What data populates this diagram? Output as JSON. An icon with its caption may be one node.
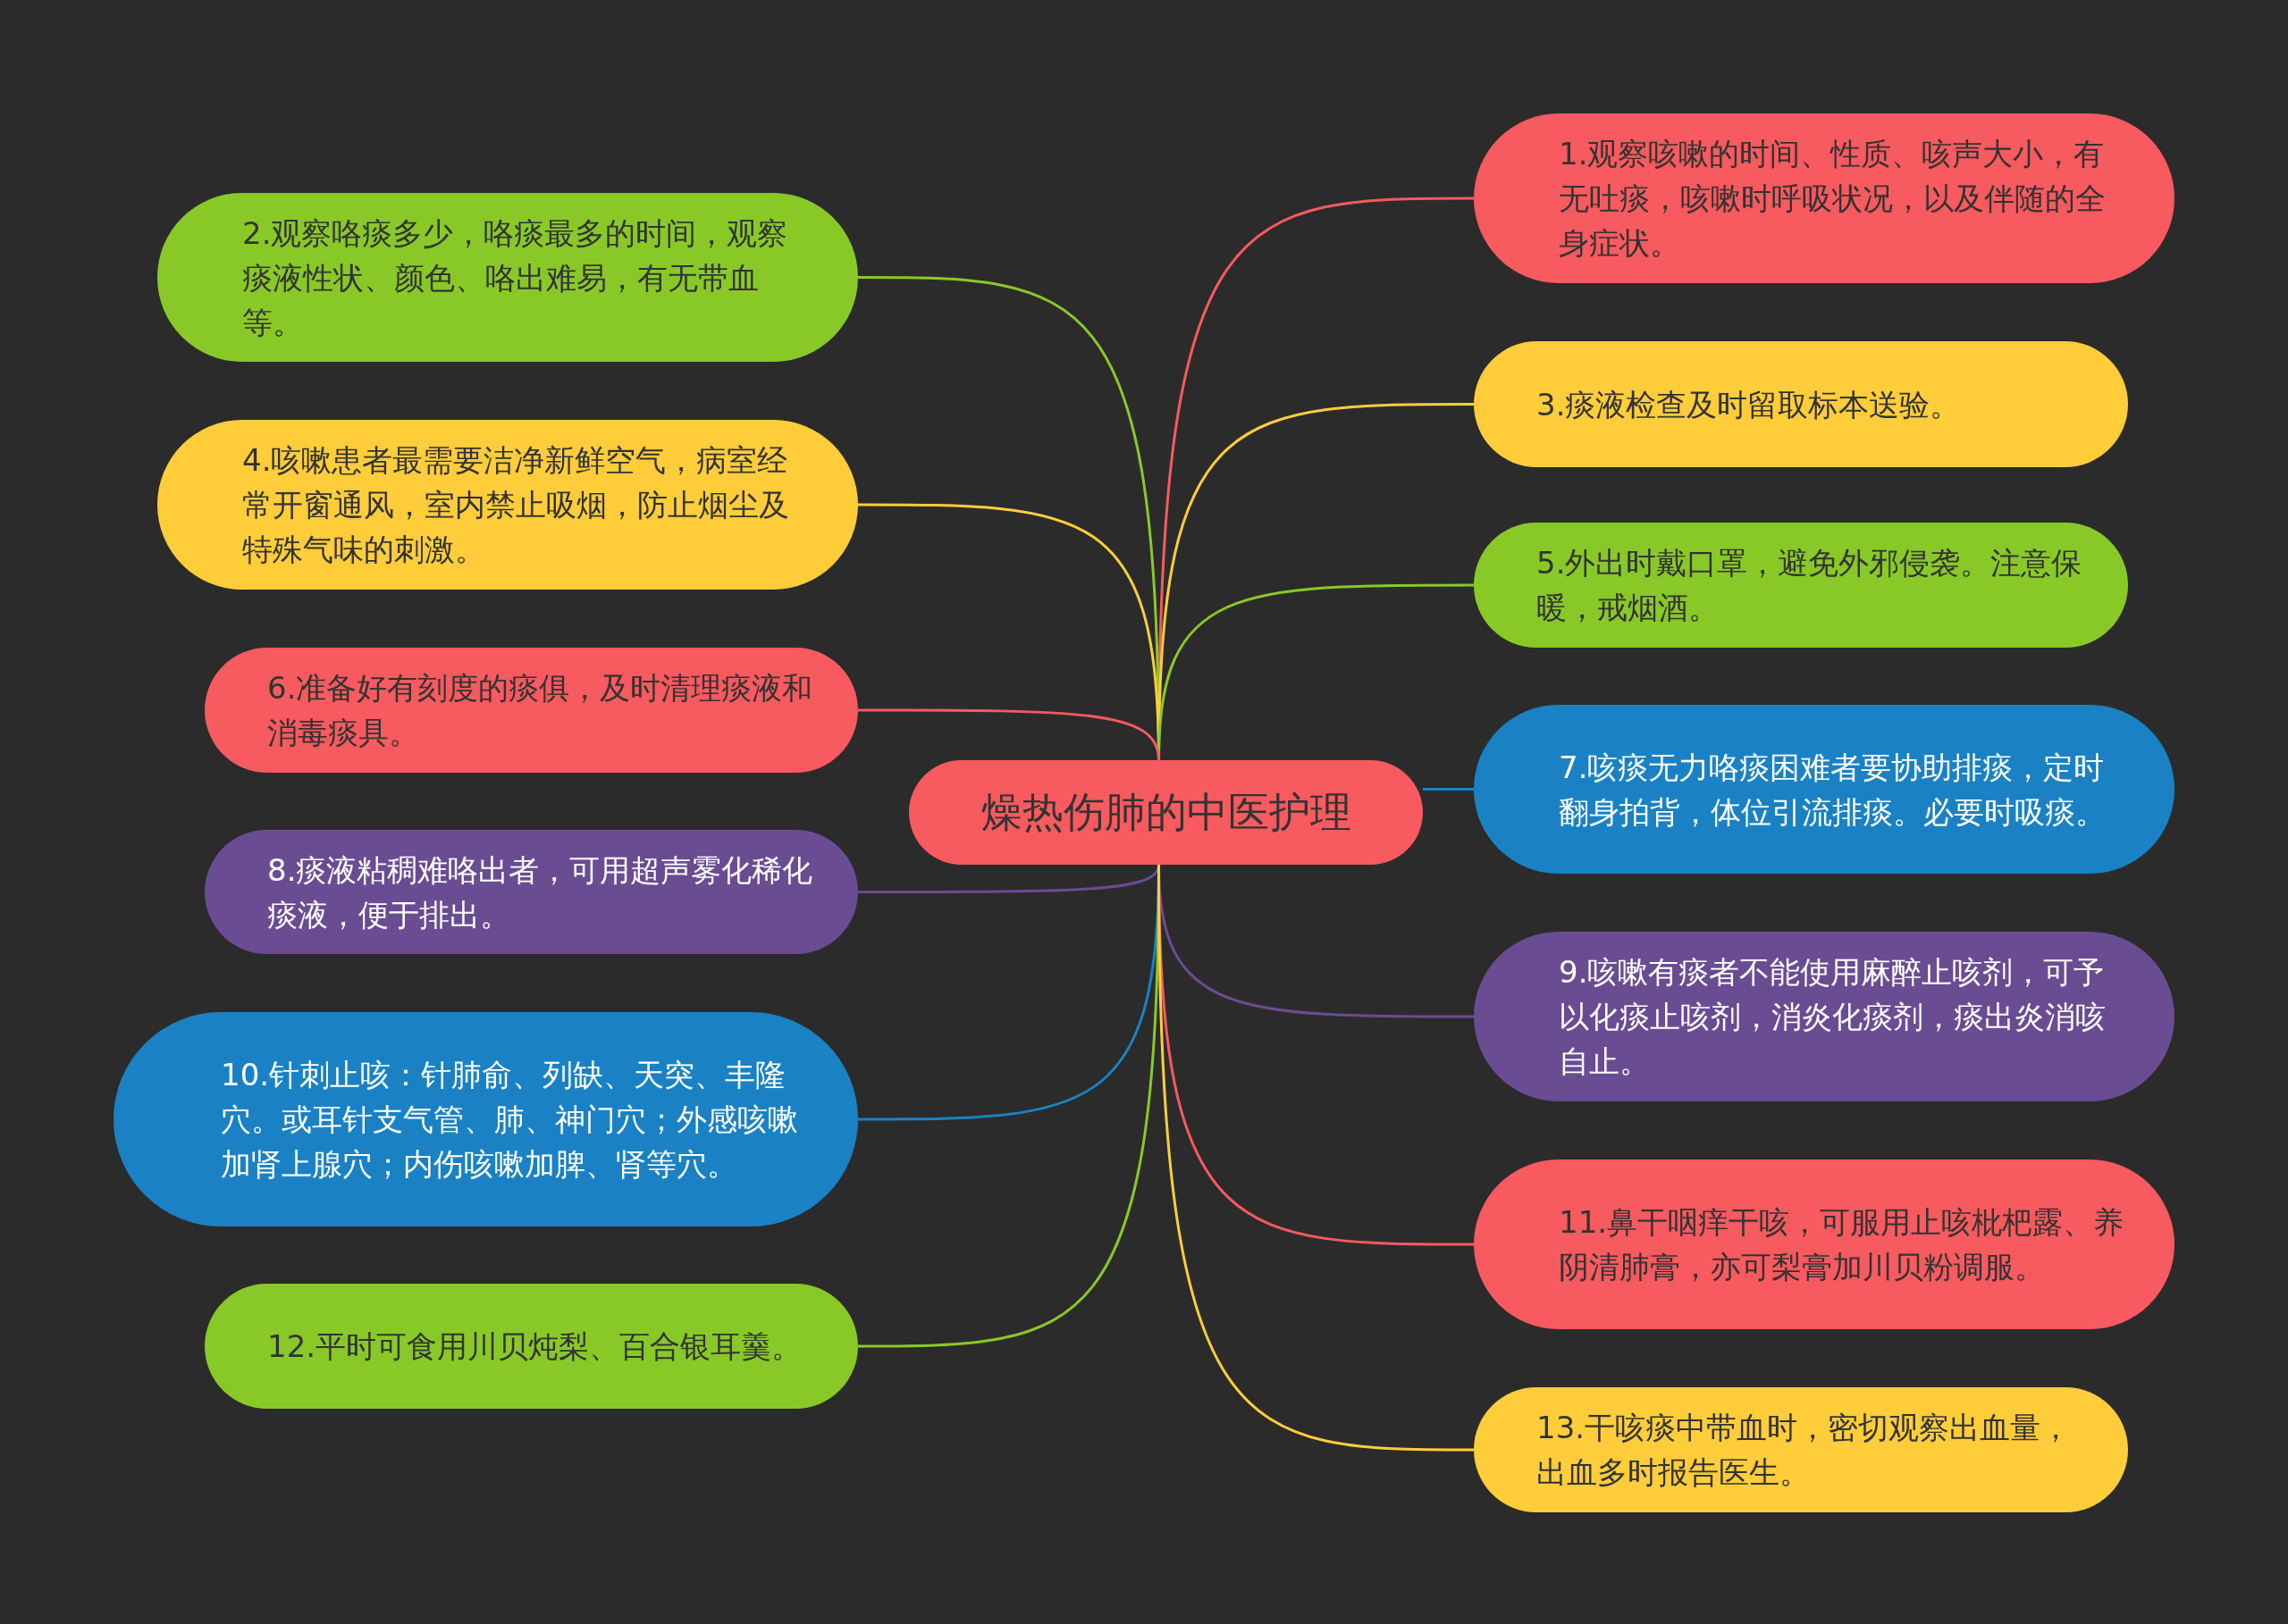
{
  "diagram": {
    "nodes": [
      {
        "text": [
          "燥热伤肺的中医护理"
        ]
      },
      {
        "text": [
          "1.观察咳嗽的时间、性质、咳声大小，有无吐痰，咳嗽时呼吸状况，以及伴随的全身症状。"
        ]
      },
      {
        "text": [
          "2.观察咯痰多少，咯痰最多的时间，观察痰液性状、颜色、咯出难易，有无带血等。"
        ]
      },
      {
        "text": [
          "3.痰液检查及时留取标本送验。"
        ]
      },
      {
        "text": [
          "4.咳嗽患者最需要洁净新鲜空气，病室经常开窗通风，室内禁止吸烟，防止烟尘及特殊气味的刺激。"
        ]
      },
      {
        "text": [
          "5.外出时戴口罩，避免外邪侵袭。注意保暖，戒烟酒。"
        ]
      },
      {
        "text": [
          "6.准备好有刻度的痰俱，及时清理痰液和消毒痰具。"
        ]
      },
      {
        "text": [
          "7.咳痰无力咯痰困难者要协助排痰，定时翻身拍背，体位引流排痰。必要时吸痰。"
        ]
      },
      {
        "text": [
          "8.痰液粘稠难咯出者，可用超声雾化稀化痰液，便于排出。"
        ]
      },
      {
        "text": [
          "9.咳嗽有痰者不能使用麻醉止咳剂，可予以化痰止咳剂，消炎化痰剂，痰出炎消咳自止。"
        ]
      },
      {
        "text": [
          "10.针刺止咳：针肺俞、列缺、天突、丰隆穴。或耳针支气管、肺、神门穴；外感咳嗽加肾上腺穴；内伤咳嗽加脾、肾等穴。"
        ]
      },
      {
        "text": [
          "11.鼻干咽痒干咳，可服用止咳枇杷露、养阴清肺膏，亦可梨膏加川贝粉调服。"
        ]
      },
      {
        "text": [
          "12.平时可食用川贝炖梨、百合银耳羹。"
        ]
      },
      {
        "text": [
          "13.干咳痰中带血时，密切观察出血量，出血多时报告医生。"
        ]
      }
    ],
    "edges": [
      {
        "from": 0,
        "to": 1,
        "arrow": "none",
        "color": "#f75a5f"
      },
      {
        "from": 0,
        "to": 2,
        "arrow": "none",
        "color": "#88c928"
      },
      {
        "from": 0,
        "to": 3,
        "arrow": "none",
        "color": "#ffcd3a"
      },
      {
        "from": 0,
        "to": 4,
        "arrow": "none",
        "color": "#ffcd3a"
      },
      {
        "from": 0,
        "to": 5,
        "arrow": "none",
        "color": "#88c928"
      },
      {
        "from": 0,
        "to": 6,
        "arrow": "none",
        "color": "#f75a5f"
      },
      {
        "from": 0,
        "to": 7,
        "arrow": "none",
        "color": "#1a82c4"
      },
      {
        "from": 0,
        "to": 8,
        "arrow": "none",
        "color": "#6a4c93"
      },
      {
        "from": 0,
        "to": 9,
        "arrow": "none",
        "color": "#6a4c93"
      },
      {
        "from": 0,
        "to": 10,
        "arrow": "none",
        "color": "#1a82c4"
      },
      {
        "from": 0,
        "to": 11,
        "arrow": "none",
        "color": "#f75a5f"
      },
      {
        "from": 0,
        "to": 12,
        "arrow": "none",
        "color": "#88c928"
      },
      {
        "from": 0,
        "to": 13,
        "arrow": "none",
        "color": "#ffcd3a"
      }
    ]
  }
}
